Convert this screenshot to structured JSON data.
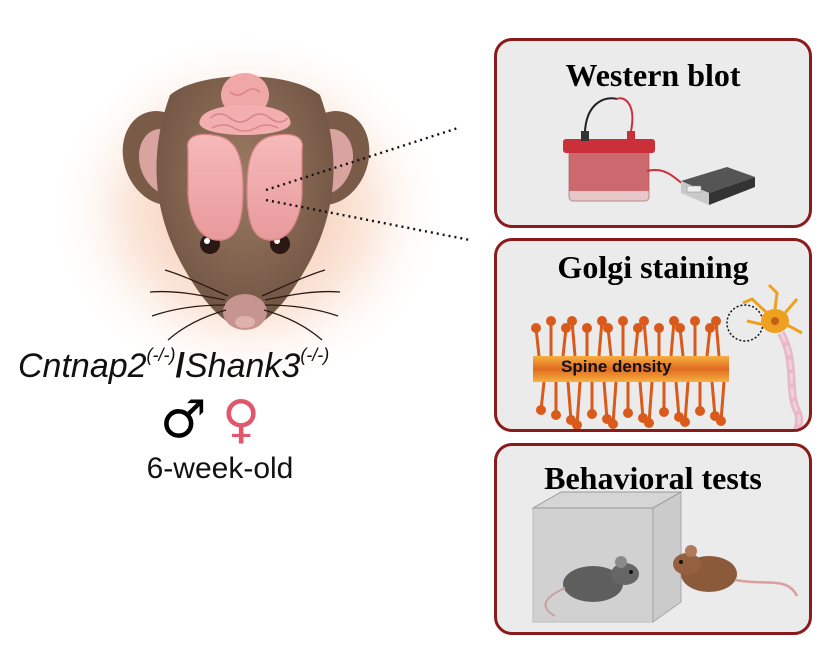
{
  "subject": {
    "gene1": "Cntnap2",
    "gene1_genotype": "(-/-)",
    "separator": "/",
    "gene2": "Shank3",
    "gene2_genotype": "(-/-)",
    "male_symbol": "♂",
    "female_symbol": "♀",
    "age": "6-week-old"
  },
  "panels": [
    {
      "title": "Western blot"
    },
    {
      "title": "Golgi staining",
      "label": "Spine density"
    },
    {
      "title": "Behavioral tests"
    }
  ],
  "colors": {
    "panel_border": "#8b1a1a",
    "panel_fill": "#ebebeb",
    "female_symbol": "#e0566a",
    "male_symbol": "#000000",
    "neuron": "#f0a020",
    "dendrite": "#e06a20",
    "mouse_fur": "#8a6a55",
    "brain": "#f3a8aa"
  },
  "icons": [
    "mouse-head-icon",
    "brain-icon",
    "battery-icon",
    "power-supply-icon",
    "neuron-icon",
    "dendrite-icon",
    "box-icon",
    "gray-mouse-icon",
    "brown-mouse-icon"
  ]
}
